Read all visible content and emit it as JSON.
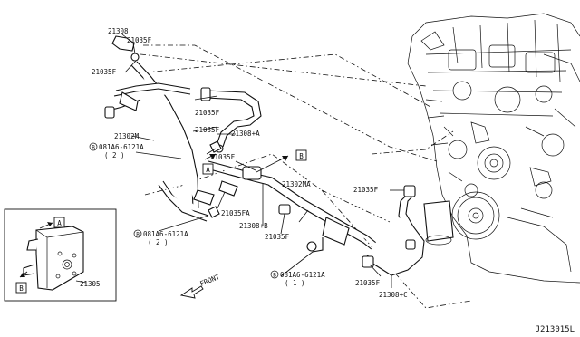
{
  "labels": {
    "p21308": "21308",
    "p21035f_a": "21035F",
    "p21035f_b": "21035F",
    "p21035f_c": "21035F",
    "p21035f_d": "21035F",
    "p21035f_e": "21035F",
    "p21035f_f": "21035F",
    "p21035f_g": "21035F",
    "p21035f_h": "21035F",
    "p21035fa": "21035FA",
    "p21308a": "21308+A",
    "p21308b": "21308+B",
    "p21308c": "21308+C",
    "p21302m": "21302M",
    "p21302ma": "21302MA",
    "p21305": "21305",
    "bolt1_part": "081A6-6121A",
    "bolt1_qty": "( 2 )",
    "bolt2_part": "081A6-6121A",
    "bolt2_qty": "( 2 )",
    "bolt3_part": "081A6-6121A",
    "bolt3_qty": "( 1 )",
    "bolt_prefix": "B",
    "ref_a": "A",
    "ref_b": "B",
    "front": "FRONT",
    "diagram_id": "J213015L"
  }
}
